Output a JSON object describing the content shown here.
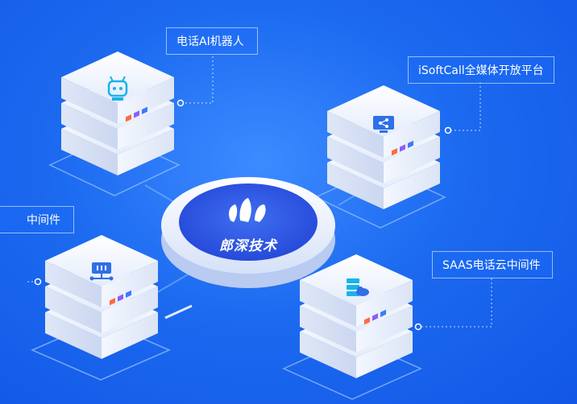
{
  "labels": {
    "ai_robot": "电话AI机器人",
    "isoftcall": "iSoftCall全媒体开放平台",
    "left_middleware": "中间件",
    "saas": "SAAS电话云中间件"
  },
  "center": {
    "brand": "郎深技术"
  },
  "icons": {
    "ai_robot": "robot-icon",
    "isoftcall": "share-monitor-icon",
    "left_middleware": "network-icon",
    "saas": "cloud-server-icon"
  },
  "colors": {
    "background": "#1c6af0",
    "center_disc": "#2f5fe6",
    "indicator_red": "#ff6a3d",
    "indicator_blue": "#3a7bff",
    "indicator_purple": "#8a5cff",
    "icon_cyan": "#1ab3e8"
  }
}
